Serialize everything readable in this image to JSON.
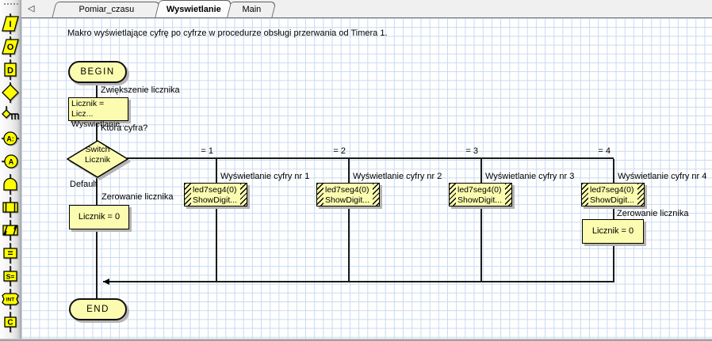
{
  "tabs": {
    "scroll_left_glyph": "◁",
    "items": [
      {
        "label": "Pomiar_czasu",
        "active": false
      },
      {
        "label": "Wyswietlanie",
        "active": true
      },
      {
        "label": "Main",
        "active": false
      }
    ]
  },
  "toolbar": {
    "icons": [
      {
        "name": "input-icon",
        "glyph": "I"
      },
      {
        "name": "output-icon",
        "glyph": "O"
      },
      {
        "name": "delay-icon",
        "glyph": "D"
      },
      {
        "name": "decision-icon"
      },
      {
        "name": "switch-icon"
      },
      {
        "name": "connection-point-icon",
        "glyph": "A:"
      },
      {
        "name": "goto-connection-icon",
        "glyph": "A"
      },
      {
        "name": "macro-icon"
      },
      {
        "name": "call-macro-icon"
      },
      {
        "name": "component-macro-icon"
      },
      {
        "name": "calculation-icon",
        "glyph": "="
      },
      {
        "name": "string-icon",
        "glyph": "S="
      },
      {
        "name": "interrupt-icon",
        "glyph": "INT"
      },
      {
        "name": "c-code-icon",
        "glyph": "C"
      }
    ]
  },
  "flowchart": {
    "title": "Makro wyświetlające cyfrę po cyfrze w procedurze obsługi przerwania od Timera 1.",
    "begin_label": "BEGIN",
    "end_label": "END",
    "increment": {
      "label": "Zwiększenie licznika",
      "line1": "Licznik = Licz...",
      "line2": "Wyswietlanie..."
    },
    "switch": {
      "question": "Która cyfra?",
      "line1": "Switch",
      "line2": "Licznik",
      "default_label": "Default"
    },
    "default_branch": {
      "label": "Zerowanie licznika",
      "calc": "Licznik = 0"
    },
    "branches": [
      {
        "case": "= 1",
        "label": "Wyświetlanie cyfry nr 1",
        "comp1": "led7seg4(0)",
        "comp2": "ShowDigit..."
      },
      {
        "case": "= 2",
        "label": "Wyświetlanie cyfry nr 2",
        "comp1": "led7seg4(0)",
        "comp2": "ShowDigit..."
      },
      {
        "case": "= 3",
        "label": "Wyświetlanie cyfry nr 3",
        "comp1": "led7seg4(0)",
        "comp2": "ShowDigit..."
      },
      {
        "case": "= 4",
        "label": "Wyświetlanie cyfry nr 4",
        "comp1": "led7seg4(0)",
        "comp2": "ShowDigit...",
        "zero_label": "Zerowanie licznika",
        "calc": "Licznik = 0"
      }
    ]
  },
  "colors": {
    "node_fill": "#FCFCB0",
    "toolbar_icon_fill": "#FFFF00",
    "grid_line": "#C8DAF0",
    "shadow": "#B4B4B4"
  }
}
